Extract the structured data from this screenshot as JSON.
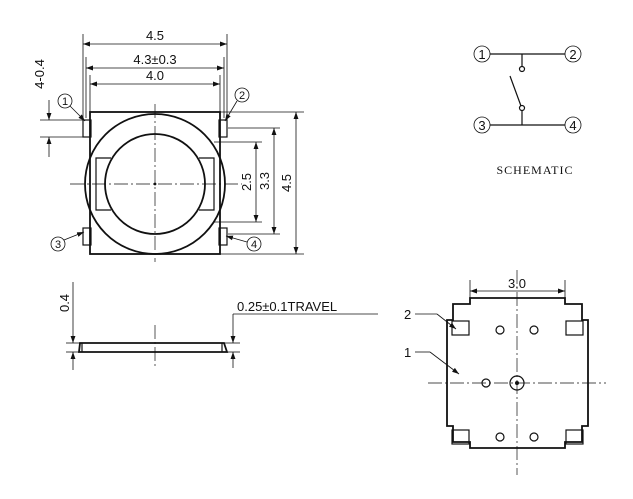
{
  "top_view": {
    "dim_width_outer": "4.5",
    "dim_width_mid": "4.3±0.3",
    "dim_width_inner": "4.0",
    "dim_height_outer": "4.5",
    "dim_height_mid": "3.3",
    "dim_height_inner": "2.5",
    "dim_lead": "4-0.4",
    "pin_labels": [
      "1",
      "2",
      "3",
      "4"
    ]
  },
  "side_view": {
    "dim_thickness": "0.4",
    "travel": "0.25±0.1TRAVEL"
  },
  "schematic": {
    "title": "SCHEMATIC",
    "pins": [
      "1",
      "2",
      "3",
      "4"
    ]
  },
  "bottom_view": {
    "dim_pitch": "3.0",
    "callouts": [
      "2",
      "1"
    ]
  }
}
